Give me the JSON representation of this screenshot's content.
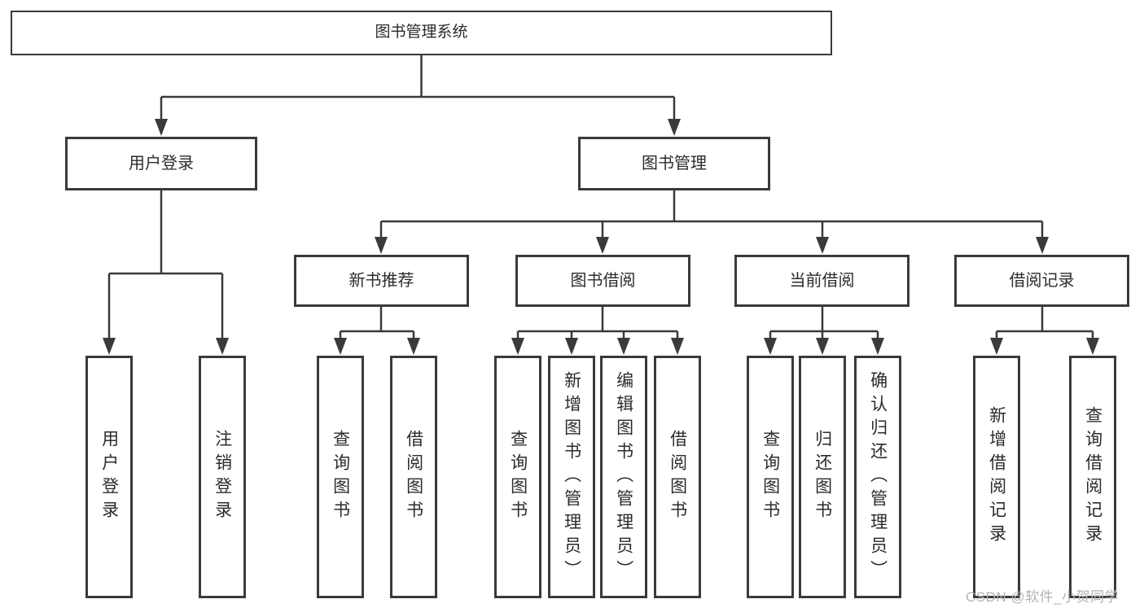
{
  "diagram": {
    "type": "hierarchy-tree",
    "root": {
      "label": "图书管理系统"
    },
    "level2": [
      {
        "label": "用户登录"
      },
      {
        "label": "图书管理"
      }
    ],
    "level3": [
      {
        "label": "新书推荐"
      },
      {
        "label": "图书借阅"
      },
      {
        "label": "当前借阅"
      },
      {
        "label": "借阅记录"
      }
    ],
    "leaf_groups": [
      {
        "parent": "用户登录",
        "items": [
          "用户登录",
          "注销登录"
        ]
      },
      {
        "parent": "新书推荐",
        "items": [
          "查询图书",
          "借阅图书"
        ]
      },
      {
        "parent": "图书借阅",
        "items": [
          "查询图书",
          "新增图书（管理员）",
          "编辑图书（管理员）",
          "借阅图书"
        ]
      },
      {
        "parent": "当前借阅",
        "items": [
          "查询图书",
          "归还图书",
          "确认归还（管理员）"
        ]
      },
      {
        "parent": "借阅记录",
        "items": [
          "新增借阅记录",
          "查询借阅记录"
        ]
      }
    ],
    "watermark": "CSDN @软件_小贺同学",
    "colors": {
      "line": "#3a3a3a",
      "box_border": "#3a3a3a",
      "box_fill": "#ffffff",
      "text": "#2b2b2b",
      "watermark": "#b3b3b3",
      "background": "#ffffff"
    }
  }
}
